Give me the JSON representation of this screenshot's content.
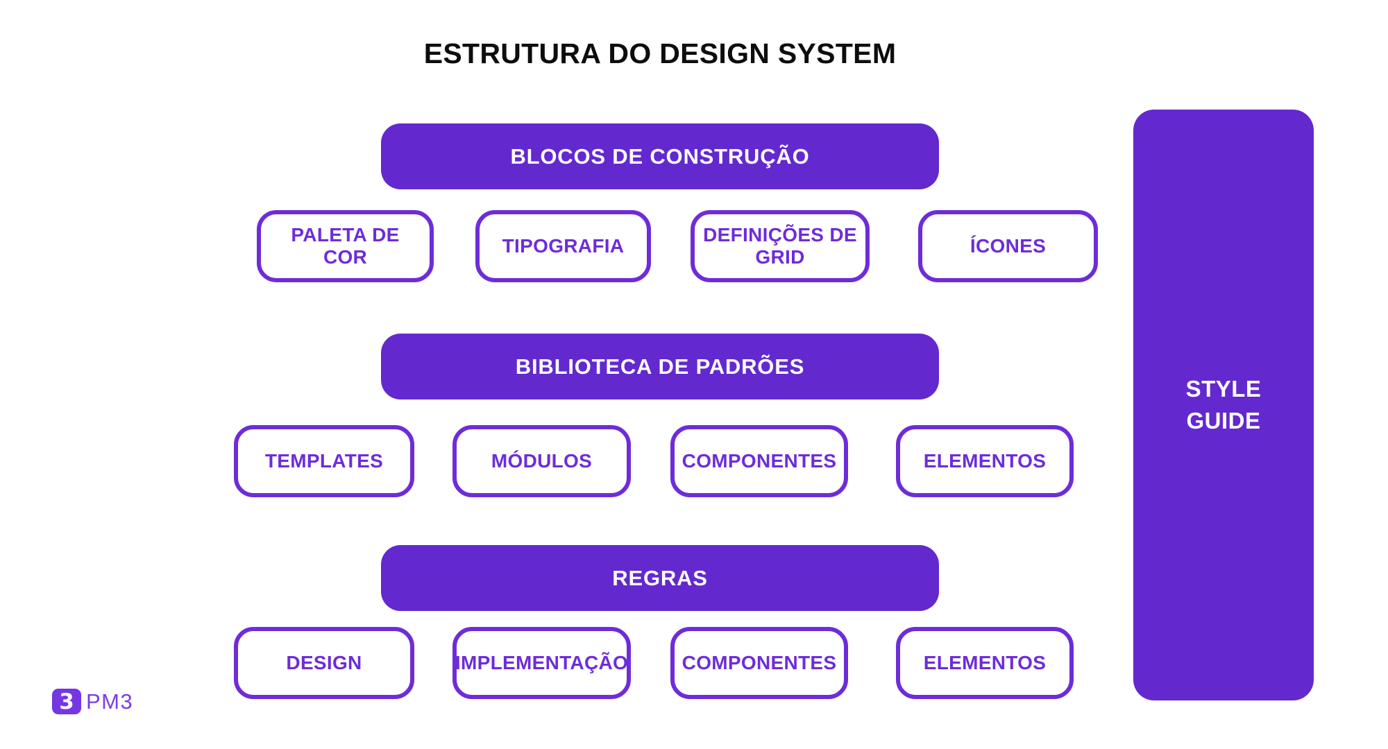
{
  "title": "ESTRUTURA DO DESIGN SYSTEM",
  "colors": {
    "fill_purple": "#6329CE",
    "outline_purple": "#6E2CD9",
    "title_black": "#0D0D0D",
    "logo_square_purple": "#7536E4",
    "logo_text_purple": "#7B3BE9",
    "background": "#FFFFFF"
  },
  "sections": [
    {
      "header": "BLOCOS DE CONSTRUÇÃO",
      "items": [
        "PALETA DE COR",
        "TIPOGRAFIA",
        "DEFINIÇÕES DE GRID",
        "ÍCONES"
      ]
    },
    {
      "header": "BIBLIOTECA DE PADRÕES",
      "items": [
        "TEMPLATES",
        "MÓDULOS",
        "COMPONENTES",
        "ELEMENTOS"
      ]
    },
    {
      "header": "REGRAS",
      "items": [
        "DESIGN",
        "IMPLEMENTAÇÃO",
        "COMPONENTES",
        "ELEMENTOS"
      ]
    }
  ],
  "side_panel": {
    "label": "STYLE GUIDE",
    "lines": [
      "STYLE",
      "GUIDE"
    ]
  },
  "logo": {
    "mark": "3",
    "text": "PM3"
  }
}
